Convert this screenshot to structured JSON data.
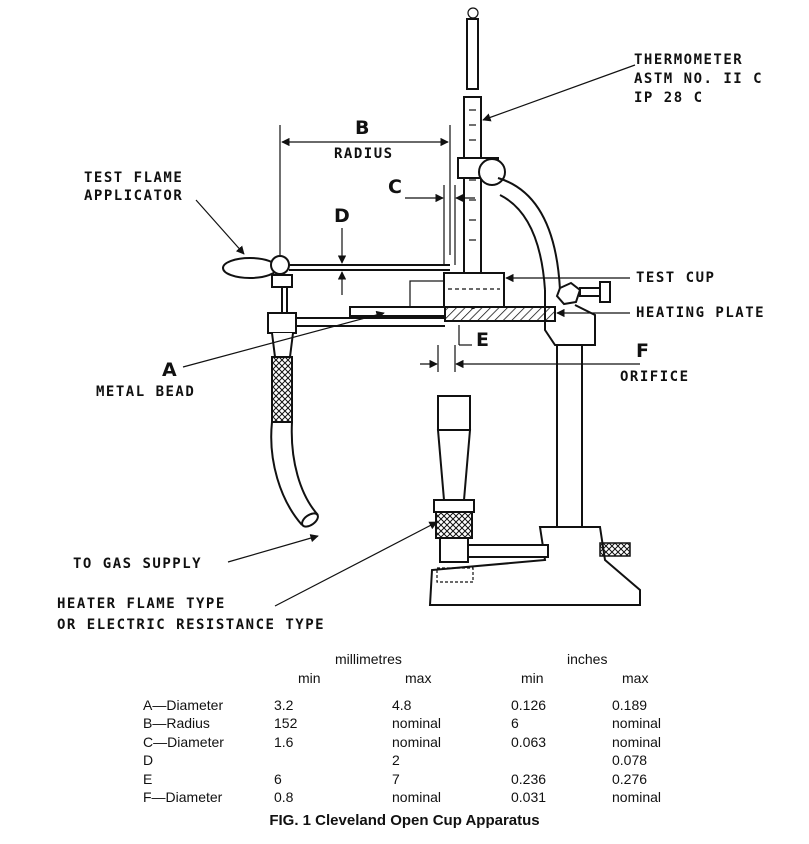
{
  "labels": {
    "thermometer": [
      "THERMOMETER",
      "ASTM NO. II C",
      "IP 28 C"
    ],
    "test_flame": [
      "TEST FLAME",
      "APPLICATOR"
    ],
    "dim_b_letter": "B",
    "dim_b_word": "RADIUS",
    "dim_c": "C",
    "dim_d": "D",
    "test_cup": "TEST CUP",
    "heating_plate": "HEATING PLATE",
    "dim_e": "E",
    "dim_f_letter": "F",
    "dim_f_word": "ORIFICE",
    "dim_a": "A",
    "metal_bead": "METAL BEAD",
    "gas_supply": "TO GAS SUPPLY",
    "heater": [
      "HEATER FLAME TYPE",
      "OR ELECTRIC RESISTANCE TYPE"
    ]
  },
  "table": {
    "group_headers": [
      "millimetres",
      "inches"
    ],
    "sub_headers": [
      "min",
      "max",
      "min",
      "max"
    ],
    "rows": [
      [
        "A—Diameter",
        "3.2",
        "4.8",
        "0.126",
        "0.189"
      ],
      [
        "B—Radius",
        "152",
        "nominal",
        "6",
        "nominal"
      ],
      [
        "C—Diameter",
        "1.6",
        "nominal",
        "0.063",
        "nominal"
      ],
      [
        "D",
        "",
        "2",
        "",
        "0.078"
      ],
      [
        "E",
        "6",
        "7",
        "0.236",
        "0.276"
      ],
      [
        "F—Diameter",
        "0.8",
        "nominal",
        "0.031",
        "nominal"
      ]
    ]
  },
  "caption": "FIG. 1 Cleveland Open Cup Apparatus"
}
